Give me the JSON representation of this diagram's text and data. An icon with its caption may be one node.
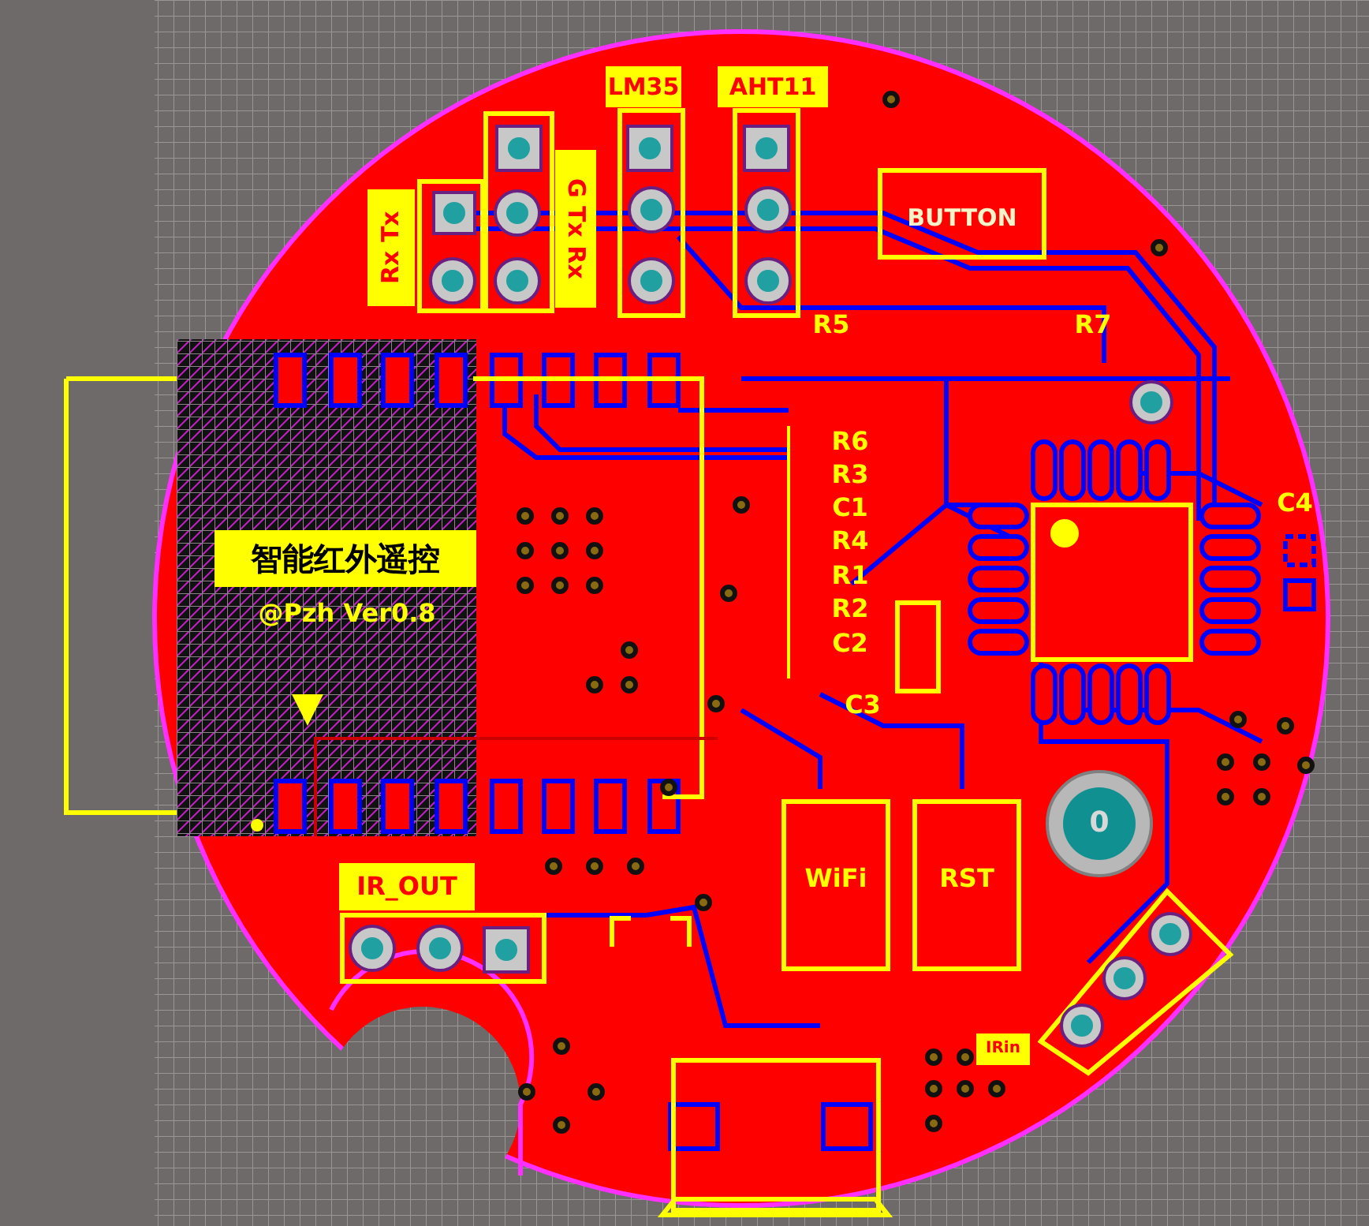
{
  "diagram": {
    "labels": [
      "LM35",
      "AHT11",
      "G Tx Rx",
      "Rx Tx",
      "BUTTON",
      "R5",
      "R7",
      "R6",
      "R3",
      "C1",
      "C4",
      "R4",
      "智能红外遥控",
      "R1",
      "R2",
      "@Pzh Ver0.8",
      "C2",
      "C3",
      "0",
      "IR_OUT",
      "WiFi",
      "RST",
      "IRin"
    ]
  }
}
